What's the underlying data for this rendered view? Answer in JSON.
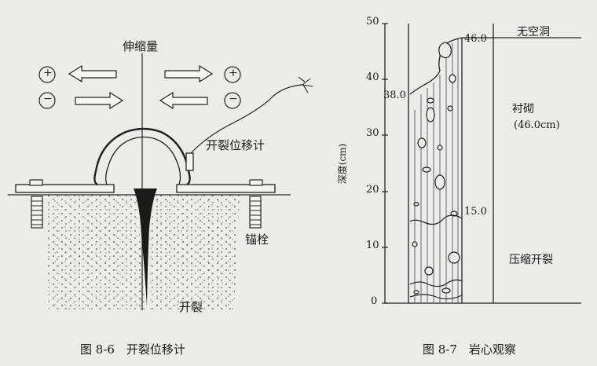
{
  "fig86": {
    "telescopic_label": "伸缩量",
    "plus_symbol": "+",
    "minus_symbol": "−",
    "gauge_label": "开裂位移计",
    "anchor_label": "锚栓",
    "crack_label": "开裂",
    "caption": "图 8-6　开裂位移计"
  },
  "fig87": {
    "ylabel": "深度(cm)",
    "y_ticks": [
      "0",
      "10",
      "20",
      "30",
      "40",
      "50"
    ],
    "depth_46": "46.0",
    "depth_38": "38.0",
    "depth_15": "15.0",
    "void_label": "无空洞",
    "lining_label": "衬砌",
    "lining_value": "(46.0cm)",
    "compress_label": "压缩开裂",
    "caption": "图 8-7　岩心观察"
  }
}
